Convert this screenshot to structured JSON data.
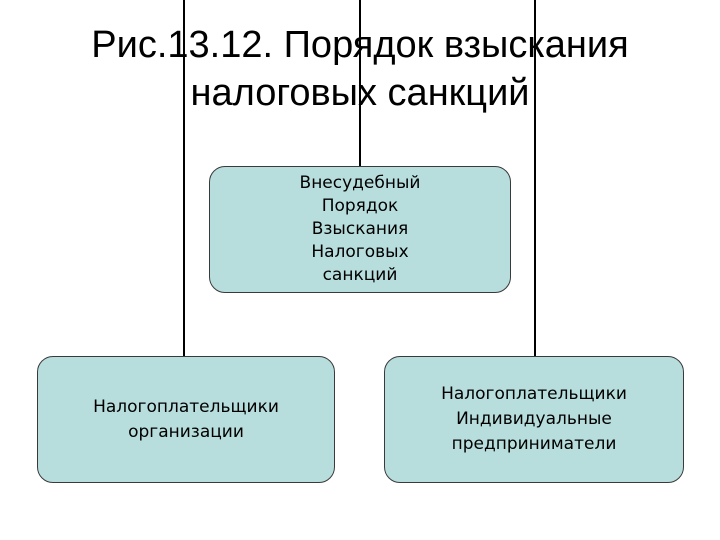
{
  "title": {
    "line1": "Рис.13.12. Порядок взыскания",
    "line2": "налоговых санкций"
  },
  "nodes": {
    "top": {
      "lines": [
        "Внесудебный",
        "Порядок",
        "Взыскания",
        "Налоговых",
        "санкций"
      ]
    },
    "left": {
      "lines": [
        "Налогоплательщики",
        "организации"
      ]
    },
    "right": {
      "lines": [
        "Налогоплательщики",
        "Индивидуальные",
        "предприниматели"
      ]
    }
  },
  "colors": {
    "node_fill": "#b7dddd",
    "node_border": "#3a3a3a",
    "connector": "#000000",
    "background": "#ffffff"
  }
}
